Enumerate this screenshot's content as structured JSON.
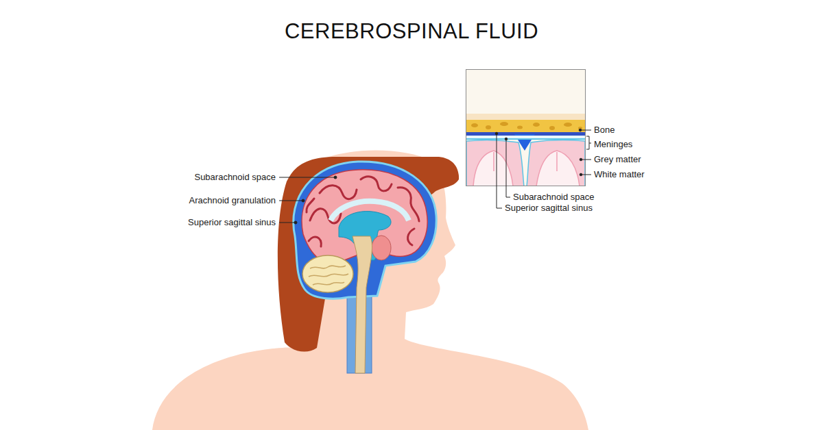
{
  "diagram": {
    "title": "CEREBROSPINAL FLUID",
    "labels": [
      "Subarachnoid space",
      "Arachnoid granulation",
      "Superior sagittal sinus",
      "Bone",
      "Meninges",
      "Grey matter",
      "White matter",
      "Subarachnoid space",
      "Superior sagittal sinus"
    ]
  }
}
